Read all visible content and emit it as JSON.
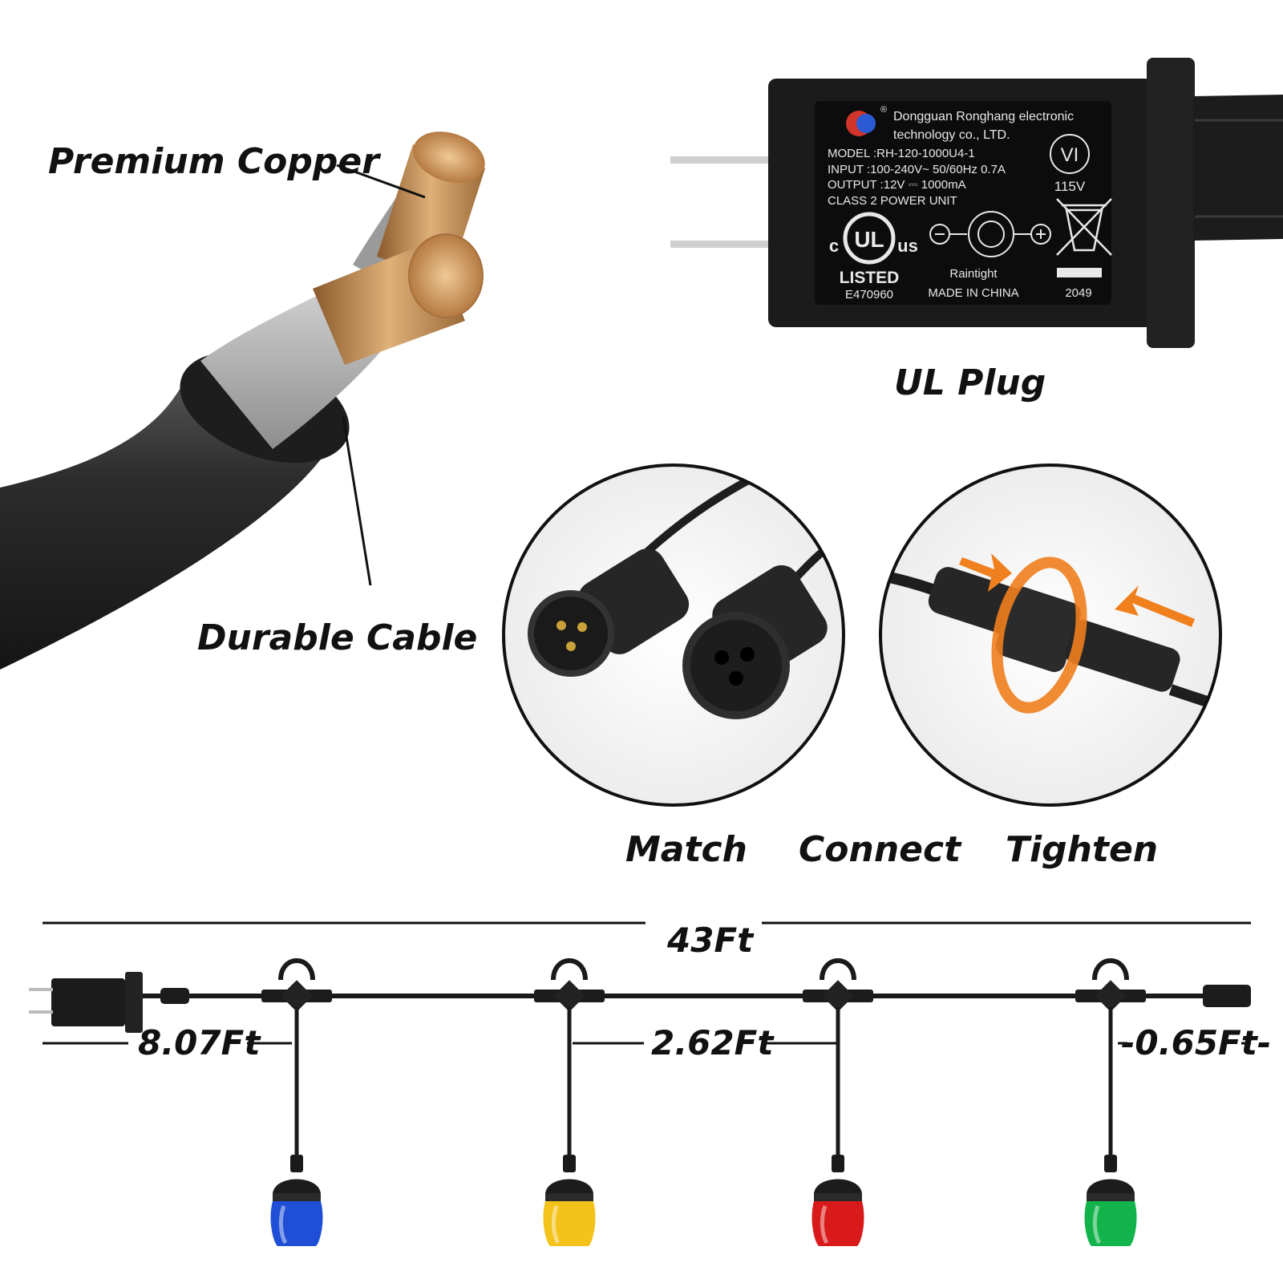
{
  "callouts": {
    "premium_copper": "Premium Copper",
    "durable_cable": "Durable Cable",
    "ul_plug": "UL Plug"
  },
  "steps": [
    "Match",
    "Connect",
    "Tighten"
  ],
  "adapter_label": {
    "company_line1": "Dongguan Ronghang electronic",
    "company_line2": "technology co., LTD.",
    "model": "MODEL :RH-120-1000U4-1",
    "input": "INPUT :100-240V~ 50/60Hz 0.7A",
    "output": "OUTPUT :12V ⎓ 1000mA",
    "class": "CLASS 2 POWER UNIT",
    "vi_mark": "VI",
    "voltage": "115V",
    "ul_c": "c",
    "ul_mark": "UL",
    "ul_us": "us",
    "listed": "LISTED",
    "file_no": "E470960",
    "raintight": "Raintight",
    "origin": "MADE IN CHINA",
    "date_code": "2049",
    "registered": "®"
  },
  "dimensions": {
    "total_length": "43Ft",
    "lead_length": "8.07Ft",
    "spacing": "2.62Ft",
    "end_length": "-0.65Ft-"
  },
  "bulb_colors": [
    "#1f4fd6",
    "#f3c21b",
    "#d91a1a",
    "#12b34a"
  ],
  "accent_colors": {
    "copper": "#c8925a",
    "arrow": "#f07f1e",
    "cable": "#2b2b2b"
  }
}
